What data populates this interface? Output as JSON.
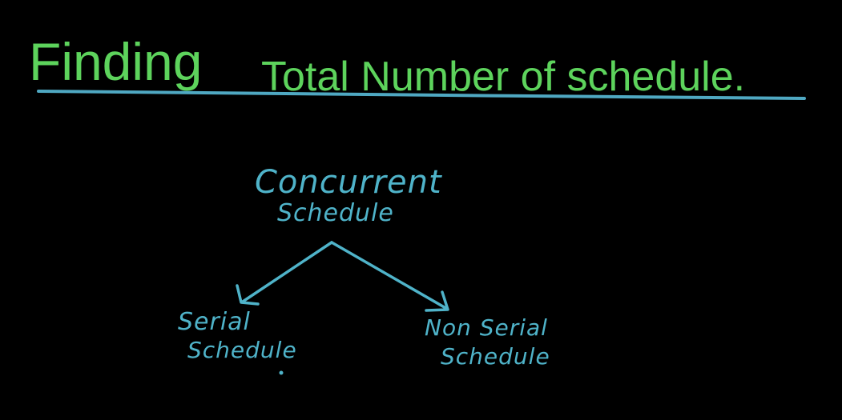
{
  "title": {
    "part1": "Finding",
    "part2": "Total Number of schedule."
  },
  "colors": {
    "background": "#000000",
    "title": "#5dd35c",
    "underline": "#4fa8c2",
    "ink": "#4fb3c9"
  },
  "tree": {
    "root": {
      "line1": "Concurrent",
      "line2": "Schedule"
    },
    "left": {
      "line1": "Serial",
      "line2": "Schedule"
    },
    "right": {
      "line1": "Non Serial",
      "line2": "Schedule"
    }
  }
}
